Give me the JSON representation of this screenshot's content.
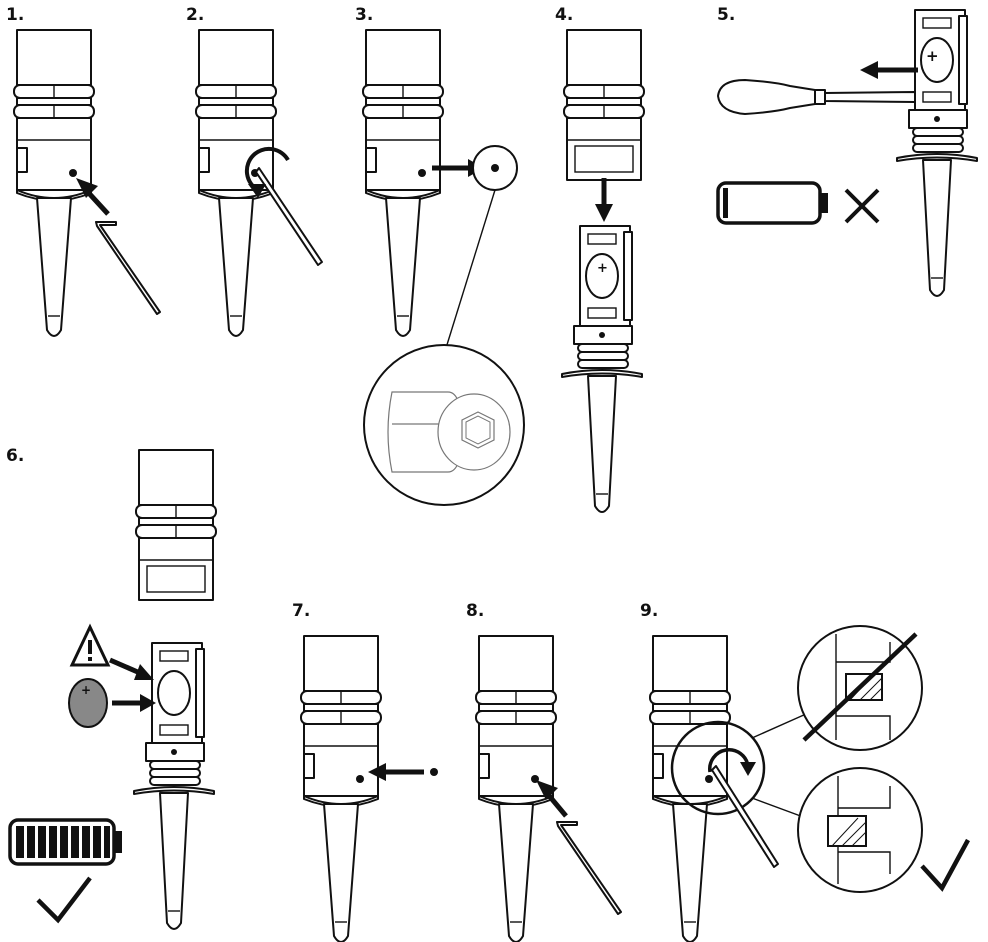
{
  "steps": [
    {
      "label": "1."
    },
    {
      "label": "2."
    },
    {
      "label": "3."
    },
    {
      "label": "4."
    },
    {
      "label": "5."
    },
    {
      "label": "6."
    },
    {
      "label": "7."
    },
    {
      "label": "8."
    },
    {
      "label": "9."
    }
  ],
  "battery_symbol": "+",
  "icons": [
    "allen-key-icon",
    "screwdriver-icon",
    "battery-empty-icon",
    "battery-full-icon",
    "warning-icon",
    "coin-cell-icon",
    "cross-icon",
    "checkmark-icon",
    "rotate-arrow-icon"
  ],
  "colors": {
    "line": "#111111",
    "fill": "#ffffff",
    "cell": "#888888"
  }
}
